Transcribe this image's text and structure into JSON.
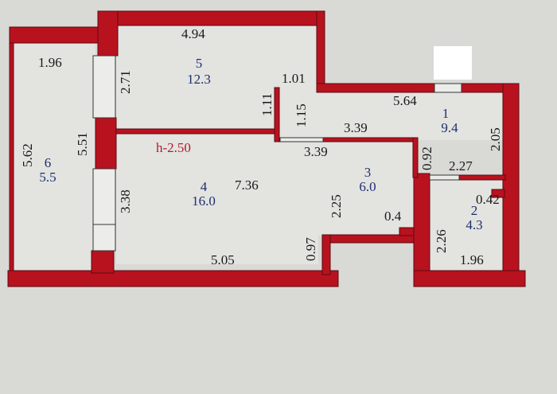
{
  "plan": {
    "ceiling_height": "h-2.50",
    "rooms": [
      {
        "number": "1",
        "area": "9.4"
      },
      {
        "number": "2",
        "area": "4.3"
      },
      {
        "number": "3",
        "area": "6.0"
      },
      {
        "number": "4",
        "area": "16.0"
      },
      {
        "number": "5",
        "area": "12.3"
      },
      {
        "number": "6",
        "area": "5.5"
      }
    ],
    "dimensions": {
      "d494": "4.94",
      "d196a": "1.96",
      "d271": "2.71",
      "d101": "1.01",
      "d111": "1.11",
      "d115": "1.15",
      "d562": "5.62",
      "d551": "5.51",
      "d564": "5.64",
      "d339a": "3.39",
      "d339b": "3.39",
      "d092": "0.92",
      "d205": "2.05",
      "d227": "2.27",
      "d042": "0.42",
      "d338": "3.38",
      "d736": "7.36",
      "d225": "2.25",
      "d04": "0.4",
      "d226": "2.26",
      "d097": "0.97",
      "d505": "5.05",
      "d196b": "1.96"
    }
  }
}
